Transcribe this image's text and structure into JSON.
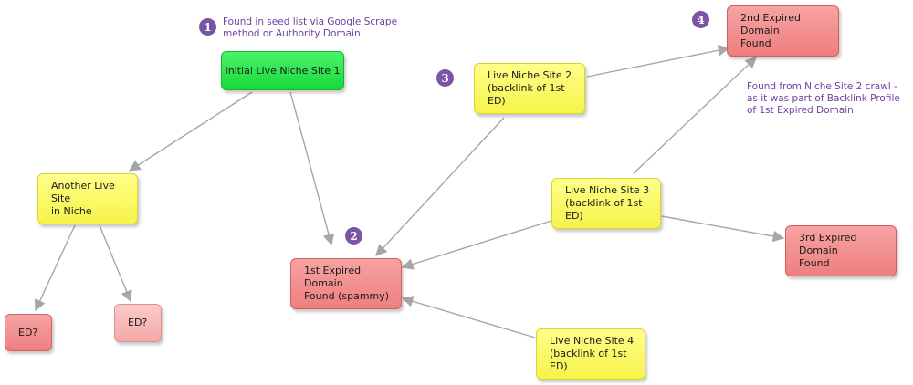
{
  "colors": {
    "edge": "#a6a6a6",
    "badge": "#7a55a3",
    "note": "#6f3fa1",
    "green": "#17d93c",
    "yellow": "#f6f34a",
    "red": "#ef7f7f",
    "pink": "#f5a9a9"
  },
  "nodes": {
    "initial": {
      "lines": [
        "Initial Live Niche Site 1"
      ]
    },
    "another": {
      "lines": [
        "Another Live Site",
        "in Niche"
      ]
    },
    "ed_left": {
      "lines": [
        "ED?"
      ]
    },
    "ed_right": {
      "lines": [
        "ED?"
      ]
    },
    "expired1": {
      "lines": [
        "1st Expired Domain",
        "Found (spammy)"
      ]
    },
    "site2": {
      "lines": [
        "Live Niche Site 2",
        "(backlink of 1st ED)"
      ]
    },
    "site3": {
      "lines": [
        "Live Niche Site 3",
        "(backlink of 1st ED)"
      ]
    },
    "site4": {
      "lines": [
        "Live Niche Site 4",
        "(backlink of 1st ED)"
      ]
    },
    "expired2": {
      "lines": [
        "2nd Expired Domain",
        "Found"
      ]
    },
    "expired3": {
      "lines": [
        "3rd Expired Domain",
        "Found"
      ]
    }
  },
  "badges": {
    "b1": "1",
    "b2": "2",
    "b3": "3",
    "b4": "4"
  },
  "notes": {
    "note1": [
      "Found in seed list via Google Scrape",
      "method or Authority Domain"
    ],
    "note4": [
      "Found from Niche Site 2 crawl -",
      "as it was part of Backlink Profile",
      "of 1st Expired Domain"
    ]
  }
}
